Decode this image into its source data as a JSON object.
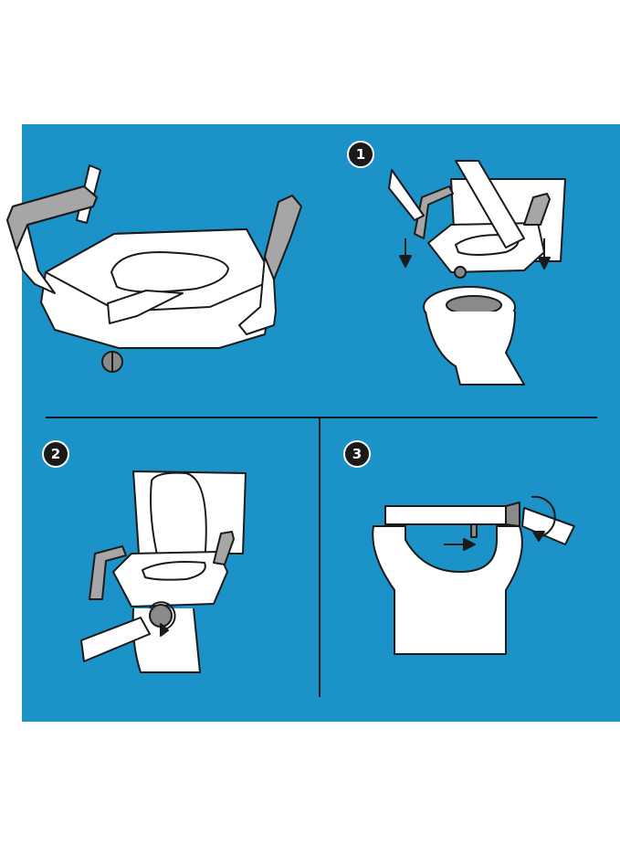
{
  "colors": {
    "panel_bg": "#1b92c8",
    "outline": "#1a1a1a",
    "fill": "#ffffff",
    "armrest_pad": "#a6a6a6",
    "shadow": "#8a8a8a"
  },
  "steps": [
    {
      "number": "1"
    },
    {
      "number": "2"
    },
    {
      "number": "3"
    }
  ],
  "icons": [
    "down-arrow-icon",
    "rotate-arrow-icon",
    "right-arrow-icon"
  ]
}
